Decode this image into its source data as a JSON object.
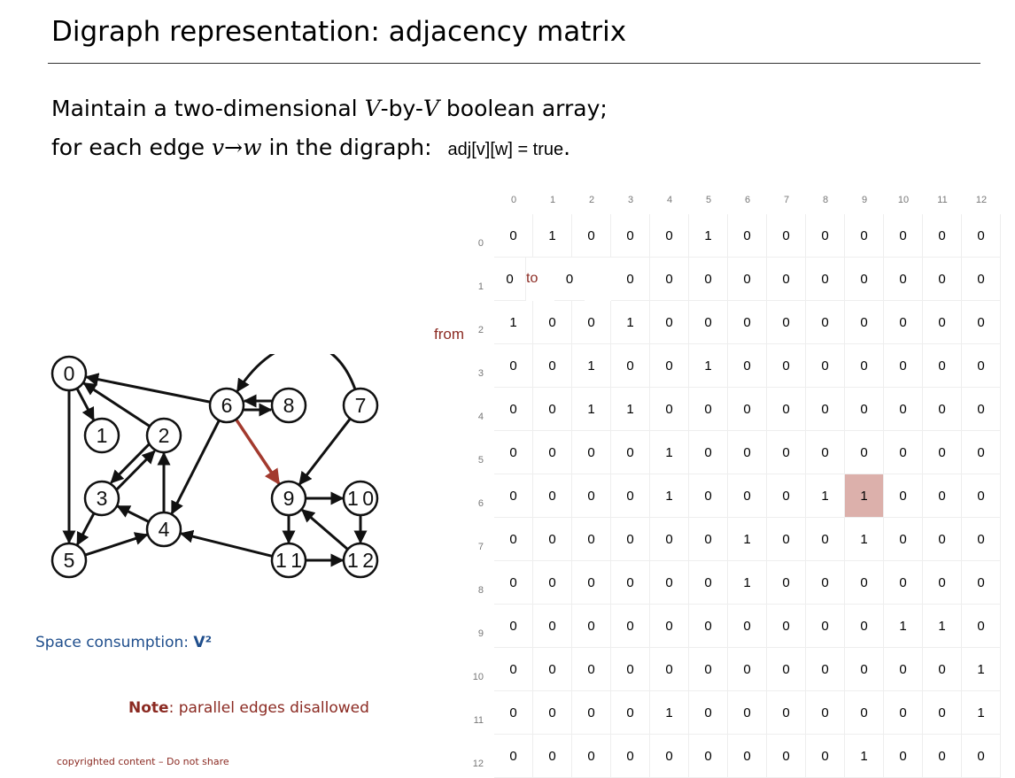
{
  "title": "Digraph representation:  adjacency matrix",
  "intro": {
    "line1_a": "Maintain a two-dimensional ",
    "line1_v1": "V",
    "line1_b": "-by-",
    "line1_v2": "V",
    "line1_c": " boolean array;",
    "line2_a": "for each edge ",
    "line2_edge": "v→w",
    "line2_b": " in the digraph: ",
    "line2_code": "adj[v][w] = true",
    "line2_end": "."
  },
  "graph": {
    "vertices": [
      {
        "id": "0",
        "label": "0"
      },
      {
        "id": "1",
        "label": "1"
      },
      {
        "id": "2",
        "label": "2"
      },
      {
        "id": "3",
        "label": "3"
      },
      {
        "id": "4",
        "label": "4"
      },
      {
        "id": "5",
        "label": "5"
      },
      {
        "id": "6",
        "label": "6"
      },
      {
        "id": "7",
        "label": "7"
      },
      {
        "id": "8",
        "label": "8"
      },
      {
        "id": "9",
        "label": "9"
      },
      {
        "id": "10",
        "label": "10"
      },
      {
        "id": "11",
        "label": "11"
      },
      {
        "id": "12",
        "label": "12"
      }
    ],
    "edges": [
      [
        "0",
        "1"
      ],
      [
        "0",
        "5"
      ],
      [
        "2",
        "0"
      ],
      [
        "2",
        "3"
      ],
      [
        "3",
        "2"
      ],
      [
        "3",
        "5"
      ],
      [
        "4",
        "2"
      ],
      [
        "4",
        "3"
      ],
      [
        "5",
        "4"
      ],
      [
        "6",
        "0"
      ],
      [
        "6",
        "4"
      ],
      [
        "6",
        "8"
      ],
      [
        "6",
        "9"
      ],
      [
        "7",
        "6"
      ],
      [
        "7",
        "9"
      ],
      [
        "8",
        "6"
      ],
      [
        "9",
        "10"
      ],
      [
        "9",
        "11"
      ],
      [
        "10",
        "12"
      ],
      [
        "11",
        "4"
      ],
      [
        "11",
        "12"
      ],
      [
        "12",
        "9"
      ]
    ],
    "highlighted_edge": [
      "6",
      "9"
    ],
    "edge_color": "#111111",
    "highlight_color": "#a33a2e"
  },
  "space": {
    "label": "Space consumption: ",
    "value": "V²"
  },
  "note": {
    "bold": "Note",
    "text": ": parallel edges disallowed"
  },
  "copyright": "copyrighted content – Do not share",
  "matrix": {
    "from_label": "from",
    "to_label": "to",
    "col_headers": [
      "0",
      "1",
      "2",
      "3",
      "4",
      "5",
      "6",
      "7",
      "8",
      "9",
      "10",
      "11",
      "12"
    ],
    "row_headers": [
      "0",
      "1",
      "2",
      "3",
      "4",
      "5",
      "6",
      "7",
      "8",
      "9",
      "10",
      "11",
      "12"
    ],
    "rows": [
      [
        "0",
        "1",
        "0",
        "0",
        "0",
        "1",
        "0",
        "0",
        "0",
        "0",
        "0",
        "0",
        "0"
      ],
      [
        "0",
        "0",
        "0",
        "0",
        "0",
        "0",
        "0",
        "0",
        "0",
        "0",
        "0",
        "0",
        "0"
      ],
      [
        "1",
        "0",
        "0",
        "1",
        "0",
        "0",
        "0",
        "0",
        "0",
        "0",
        "0",
        "0",
        "0"
      ],
      [
        "0",
        "0",
        "1",
        "0",
        "0",
        "1",
        "0",
        "0",
        "0",
        "0",
        "0",
        "0",
        "0"
      ],
      [
        "0",
        "0",
        "1",
        "1",
        "0",
        "0",
        "0",
        "0",
        "0",
        "0",
        "0",
        "0",
        "0"
      ],
      [
        "0",
        "0",
        "0",
        "0",
        "1",
        "0",
        "0",
        "0",
        "0",
        "0",
        "0",
        "0",
        "0"
      ],
      [
        "0",
        "0",
        "0",
        "0",
        "1",
        "0",
        "0",
        "0",
        "1",
        "1",
        "0",
        "0",
        "0"
      ],
      [
        "0",
        "0",
        "0",
        "0",
        "0",
        "0",
        "1",
        "0",
        "0",
        "1",
        "0",
        "0",
        "0"
      ],
      [
        "0",
        "0",
        "0",
        "0",
        "0",
        "0",
        "1",
        "0",
        "0",
        "0",
        "0",
        "0",
        "0"
      ],
      [
        "0",
        "0",
        "0",
        "0",
        "0",
        "0",
        "0",
        "0",
        "0",
        "0",
        "1",
        "1",
        "0"
      ],
      [
        "0",
        "0",
        "0",
        "0",
        "0",
        "0",
        "0",
        "0",
        "0",
        "0",
        "0",
        "0",
        "1"
      ],
      [
        "0",
        "0",
        "0",
        "0",
        "1",
        "0",
        "0",
        "0",
        "0",
        "0",
        "0",
        "0",
        "1"
      ],
      [
        "0",
        "0",
        "0",
        "0",
        "0",
        "0",
        "0",
        "0",
        "0",
        "1",
        "0",
        "0",
        "0"
      ]
    ],
    "highlight_cell": {
      "row": 6,
      "col": 9
    },
    "highlight_color": "#dcb0ab"
  }
}
